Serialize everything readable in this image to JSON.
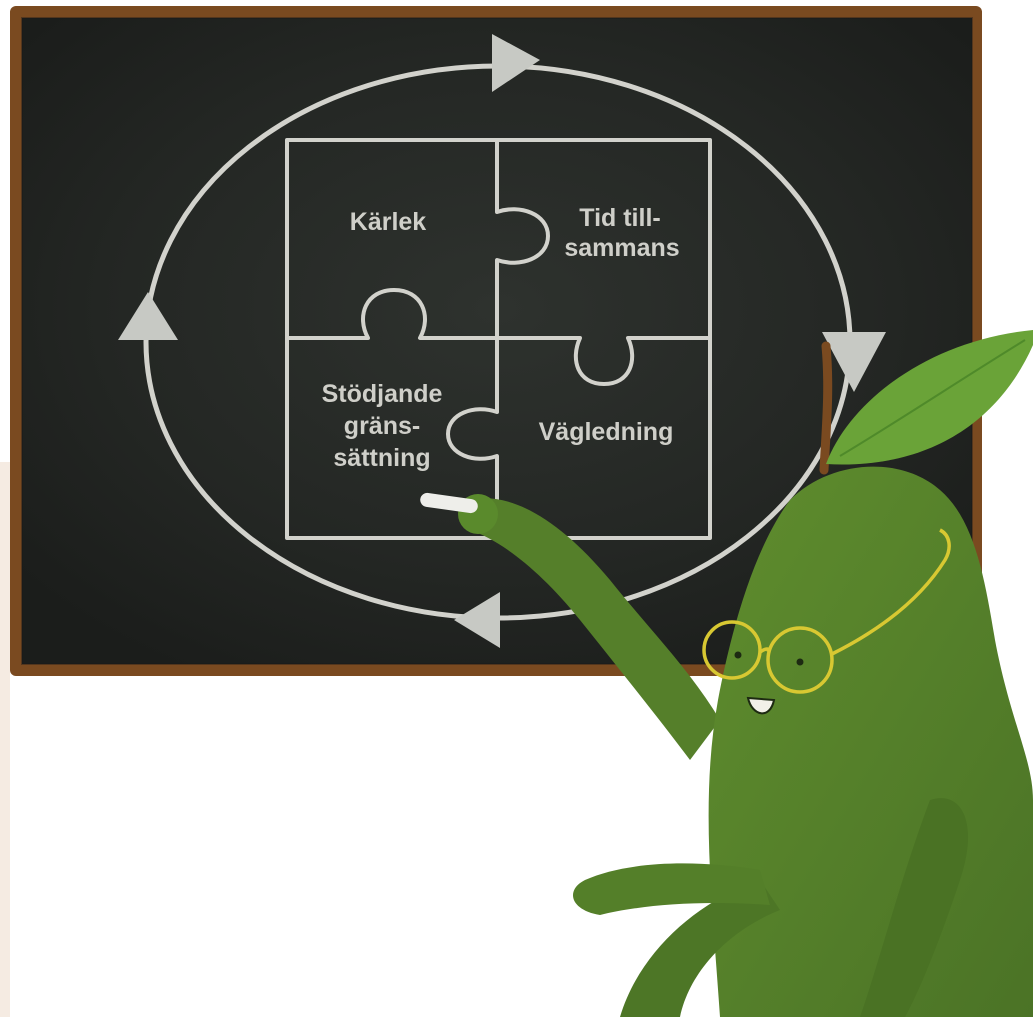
{
  "puzzle_labels": {
    "top_left": "Kärlek",
    "top_right_line1": "Tid till-",
    "top_right_line2": "sammans",
    "bottom_left_line1": "Stödjande",
    "bottom_left_line2": "gräns-",
    "bottom_left_line3": "sättning",
    "bottom_right": "Vägledning"
  },
  "colors": {
    "board": "#262926",
    "frame": "#7a4a20",
    "chalk": "#d2d2cc",
    "pear": "#5e8a2f",
    "glasses": "#d8c832",
    "leaf": "#6aa338"
  },
  "icons": {
    "cycle_arrows": "triangle-arrow",
    "character": "pear-teacher"
  }
}
